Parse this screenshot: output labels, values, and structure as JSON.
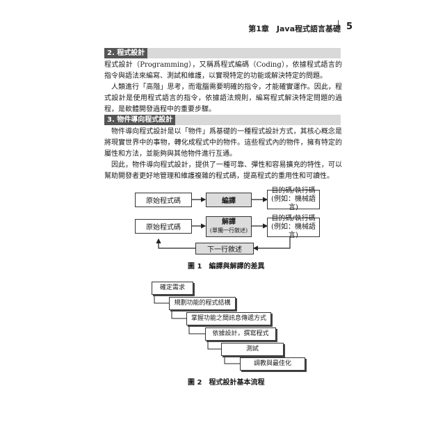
{
  "header": {
    "chapter": "第1章　Java程式語言基礎",
    "page": "5"
  },
  "sections": [
    {
      "label": "2. 程式設計"
    },
    {
      "label": "3. 物件導向程式設計"
    }
  ],
  "para1": [
    "程式設計（Programming），又稱爲程式編碼（Coding），依據程式語言的指令與語法來編寫、測試和維護，以實現特定的功能或解決特定的問題。",
    "人類進行「高階」思考，而電腦需要明確的指令，才能確實運作。因此，程式設計是使用程式語言的指令，依據語法規則，編寫程式解決特定問題的過程，是軟體開發過程中的重要步驟。"
  ],
  "para2": [
    "物件導向程式設計是以「物件」爲基礎的一種程式設計方式，其核心概念是將現實世界中的事物，轉化成程式中的物件。這些程式內的物件，擁有特定的屬性和方法，並能夠與其他物件進行互通。",
    "因此，物件導向程式設計，提供了一種可靠、彈性和容易擴充的特性，可以幫助開發者更好地管理和維護複雜的程式碼，提高程式的重用性和可讀性。"
  ],
  "figure1": {
    "row1": {
      "source": "原始程式碼",
      "process": "編譯",
      "target_line1": "目的碼/執行碼",
      "target_line2": "(例如：機械語言)"
    },
    "row2": {
      "source": "原始程式碼",
      "process": "解譯",
      "process_sub": "(單獨一行敘述)",
      "target_line1": "目的碼/執行碼",
      "target_line2": "(例如：機械語言)"
    },
    "next": "下一行敘述",
    "caption_num": "圖 1",
    "caption_text": "編譯與解譯的差異"
  },
  "figure2": {
    "steps": [
      "確定需求",
      "規劃功能的程式結構",
      "掌握功能之間訊息傳遞方式",
      "依據設計，撰寫程式",
      "測試",
      "調教與最佳化"
    ],
    "caption_num": "圖 2",
    "caption_text": "程式設計基本流程"
  }
}
